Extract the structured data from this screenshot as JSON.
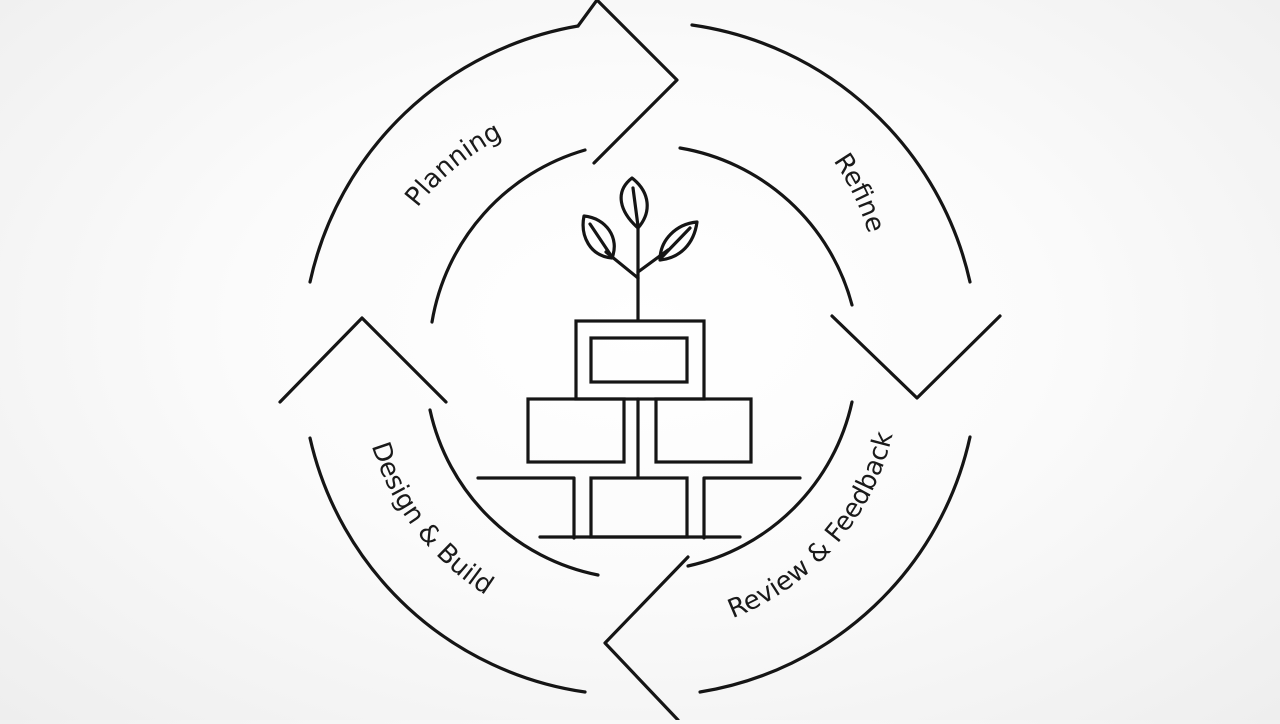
{
  "diagram": {
    "stages": [
      {
        "id": "planning",
        "label": "Planning"
      },
      {
        "id": "refine",
        "label": "Refine"
      },
      {
        "id": "review",
        "label": "Review & Feedback"
      },
      {
        "id": "design",
        "label": "Design & Build"
      }
    ],
    "center_icon": "plant-growing-from-block-stack-icon",
    "stroke_color": "#151515",
    "background_color": "#f7f7f7"
  }
}
